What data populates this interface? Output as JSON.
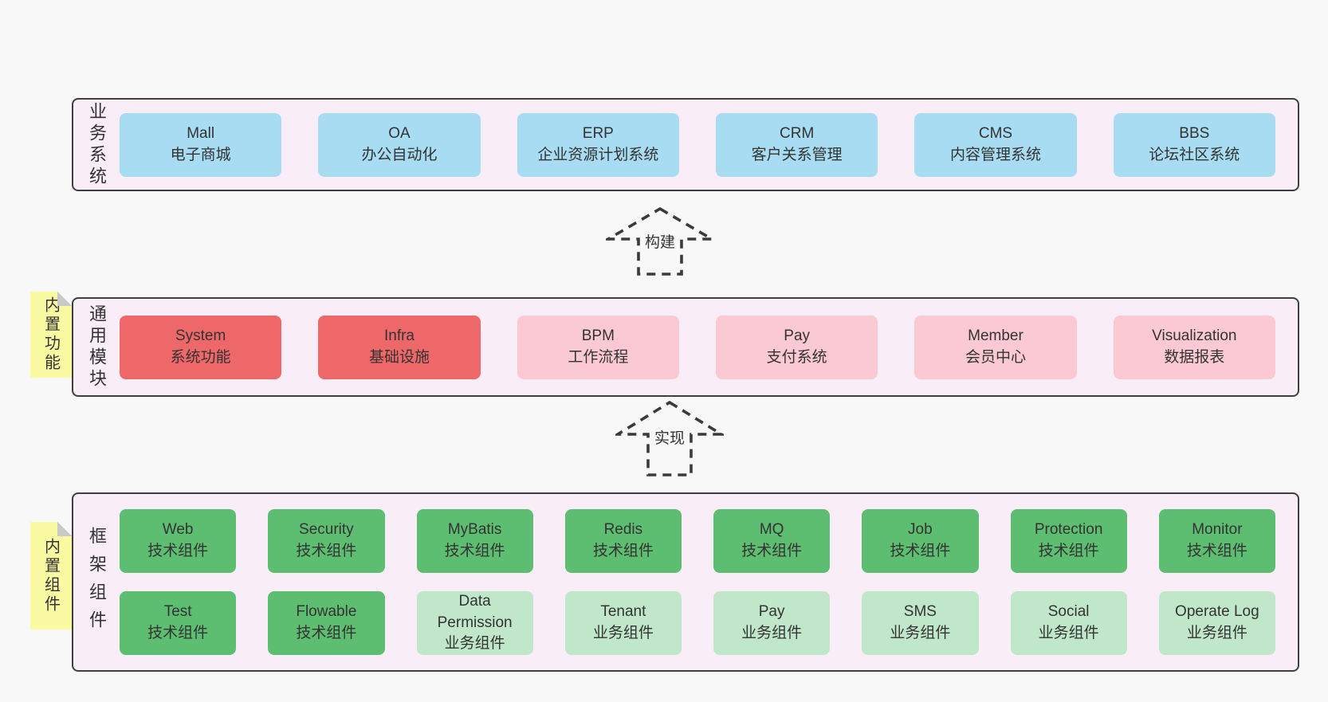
{
  "colors": {
    "page_bg": "#f8f8f8",
    "container_bg": "#f9eef7",
    "border": "#3f3f3f",
    "note_yellow": "#fafaa2",
    "blue": "#a8dcf2",
    "red": "#ee686a",
    "pink": "#fbc9d3",
    "green": "#5dbd70",
    "lightgreen": "#c0e7ca"
  },
  "layers": [
    {
      "id": "business-systems",
      "label": "业务系统",
      "note": null,
      "rows": [
        [
          {
            "name": "Mall",
            "desc": "电子商城",
            "type": "blue"
          },
          {
            "name": "OA",
            "desc": "办公自动化",
            "type": "blue"
          },
          {
            "name": "ERP",
            "desc": "企业资源计划系统",
            "type": "blue"
          },
          {
            "name": "CRM",
            "desc": "客户关系管理",
            "type": "blue"
          },
          {
            "name": "CMS",
            "desc": "内容管理系统",
            "type": "blue"
          },
          {
            "name": "BBS",
            "desc": "论坛社区系统",
            "type": "blue"
          }
        ]
      ]
    },
    {
      "id": "common-modules",
      "label": "通用模块",
      "note": "内置功能",
      "rows": [
        [
          {
            "name": "System",
            "desc": "系统功能",
            "type": "red"
          },
          {
            "name": "Infra",
            "desc": "基础设施",
            "type": "red"
          },
          {
            "name": "BPM",
            "desc": "工作流程",
            "type": "pink"
          },
          {
            "name": "Pay",
            "desc": "支付系统",
            "type": "pink"
          },
          {
            "name": "Member",
            "desc": "会员中心",
            "type": "pink"
          },
          {
            "name": "Visualization",
            "desc": "数据报表",
            "type": "pink"
          }
        ]
      ]
    },
    {
      "id": "framework-components",
      "label": "框架组件",
      "note": "内置组件",
      "rows": [
        [
          {
            "name": "Web",
            "desc": "技术组件",
            "type": "green"
          },
          {
            "name": "Security",
            "desc": "技术组件",
            "type": "green"
          },
          {
            "name": "MyBatis",
            "desc": "技术组件",
            "type": "green"
          },
          {
            "name": "Redis",
            "desc": "技术组件",
            "type": "green"
          },
          {
            "name": "MQ",
            "desc": "技术组件",
            "type": "green"
          },
          {
            "name": "Job",
            "desc": "技术组件",
            "type": "green"
          },
          {
            "name": "Protection",
            "desc": "技术组件",
            "type": "green"
          },
          {
            "name": "Monitor",
            "desc": "技术组件",
            "type": "green"
          }
        ],
        [
          {
            "name": "Test",
            "desc": "技术组件",
            "type": "green"
          },
          {
            "name": "Flowable",
            "desc": "技术组件",
            "type": "green"
          },
          {
            "name": "Data Permission",
            "desc": "业务组件",
            "type": "lightgreen"
          },
          {
            "name": "Tenant",
            "desc": "业务组件",
            "type": "lightgreen"
          },
          {
            "name": "Pay",
            "desc": "业务组件",
            "type": "lightgreen"
          },
          {
            "name": "SMS",
            "desc": "业务组件",
            "type": "lightgreen"
          },
          {
            "name": "Social",
            "desc": "业务组件",
            "type": "lightgreen"
          },
          {
            "name": "Operate Log",
            "desc": "业务组件",
            "type": "lightgreen"
          }
        ]
      ]
    }
  ],
  "arrows": [
    {
      "label": "构建"
    },
    {
      "label": "实现"
    }
  ]
}
